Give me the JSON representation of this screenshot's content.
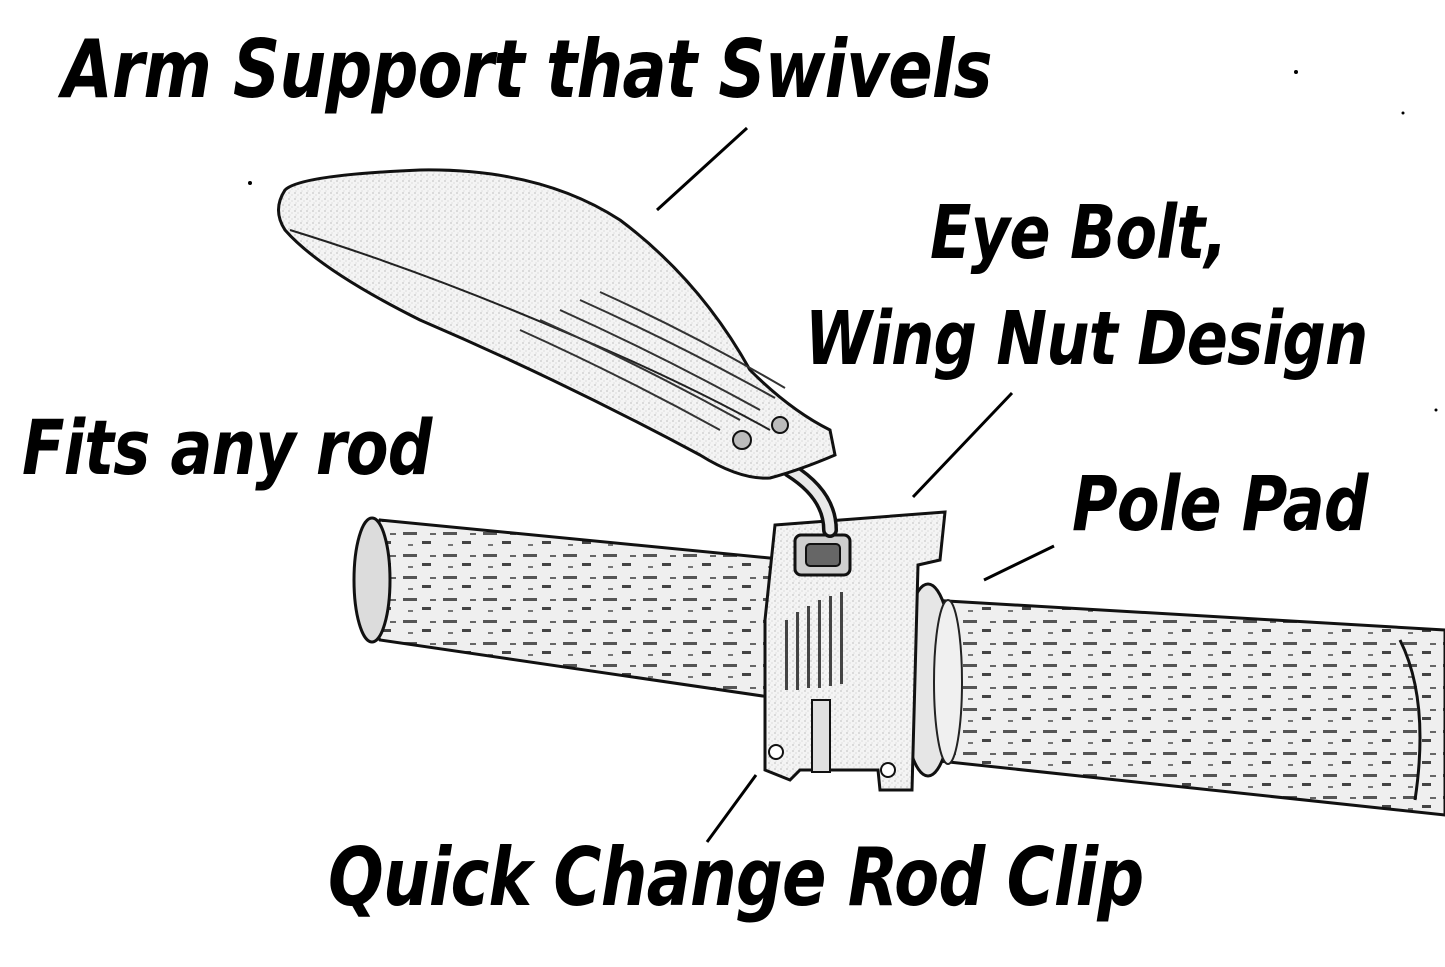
{
  "labels": {
    "arm_support": "Arm Support that Swivels",
    "eye_bolt_line1": "Eye Bolt,",
    "eye_bolt_line2": "Wing Nut Design",
    "fits_any_rod": "Fits any rod",
    "pole_pad": "Pole Pad",
    "quick_change": "Quick Change Rod Clip"
  },
  "colors": {
    "ink": "#000000",
    "paper": "#ffffff",
    "sketch_fill": "#f2f2f2",
    "sketch_shade": "#8a8a8a"
  },
  "icons": [
    "arm-support-sketch",
    "rod-sketch",
    "clip-sketch"
  ]
}
